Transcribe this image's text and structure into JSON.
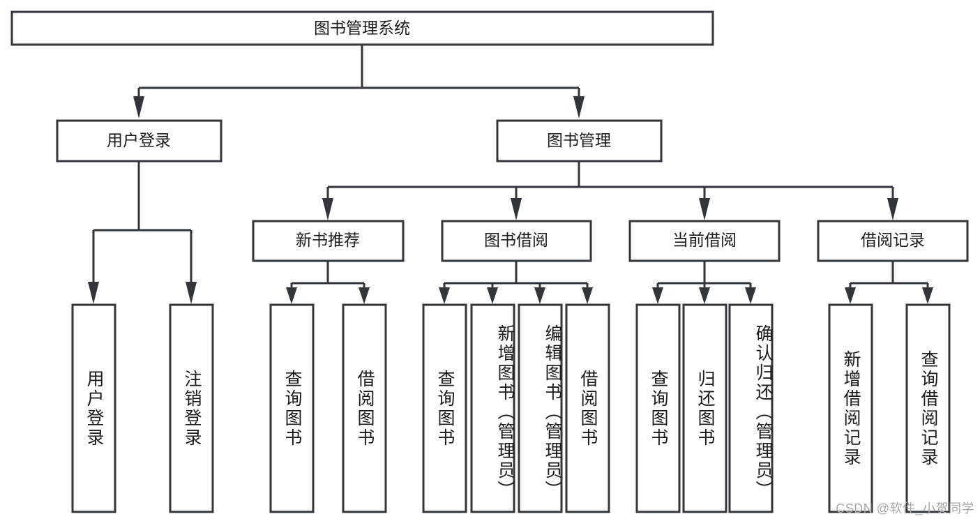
{
  "diagram": {
    "type": "tree-hierarchy-chart",
    "title_node": {
      "id": "root",
      "label": "图书管理系统"
    },
    "colors": {
      "box_fill": "#ffffff",
      "box_stroke": "#32353a",
      "text": "#1b1b1b",
      "connector": "#32353a",
      "watermark": "#a9a9a9",
      "background": "#ffffff"
    },
    "level2": [
      {
        "id": "user-login",
        "label": "用户登录"
      },
      {
        "id": "book-manage",
        "label": "图书管理"
      }
    ],
    "level3": [
      {
        "id": "new-book-recommend",
        "label": "新书推荐"
      },
      {
        "id": "book-borrow",
        "label": "图书借阅"
      },
      {
        "id": "current-borrow",
        "label": "当前借阅"
      },
      {
        "id": "borrow-record",
        "label": "借阅记录"
      }
    ],
    "leaves": {
      "user_login": [
        {
          "id": "leaf-user-login",
          "label": "用户登录"
        },
        {
          "id": "leaf-logout-login",
          "label": "注销登录"
        }
      ],
      "new_book_recommend": [
        {
          "id": "leaf-query-book-1",
          "label": "查询图书"
        },
        {
          "id": "leaf-borrow-book-1",
          "label": "借阅图书"
        }
      ],
      "book_borrow": [
        {
          "id": "leaf-query-book-2",
          "label": "查询图书"
        },
        {
          "id": "leaf-add-book",
          "label": "新增图书（管理员）"
        },
        {
          "id": "leaf-edit-book",
          "label": "编辑图书（管理员）"
        },
        {
          "id": "leaf-borrow-book-2",
          "label": "借阅图书"
        }
      ],
      "current_borrow": [
        {
          "id": "leaf-query-book-3",
          "label": "查询图书"
        },
        {
          "id": "leaf-return-book",
          "label": "归还图书"
        },
        {
          "id": "leaf-confirm-return",
          "label": "确认归还（管理员）"
        }
      ],
      "borrow_record": [
        {
          "id": "leaf-add-record",
          "label": "新增借阅记录"
        },
        {
          "id": "leaf-query-record",
          "label": "查询借阅记录"
        }
      ]
    }
  },
  "watermark": {
    "text": "CSDN @软件_小贺同学"
  }
}
